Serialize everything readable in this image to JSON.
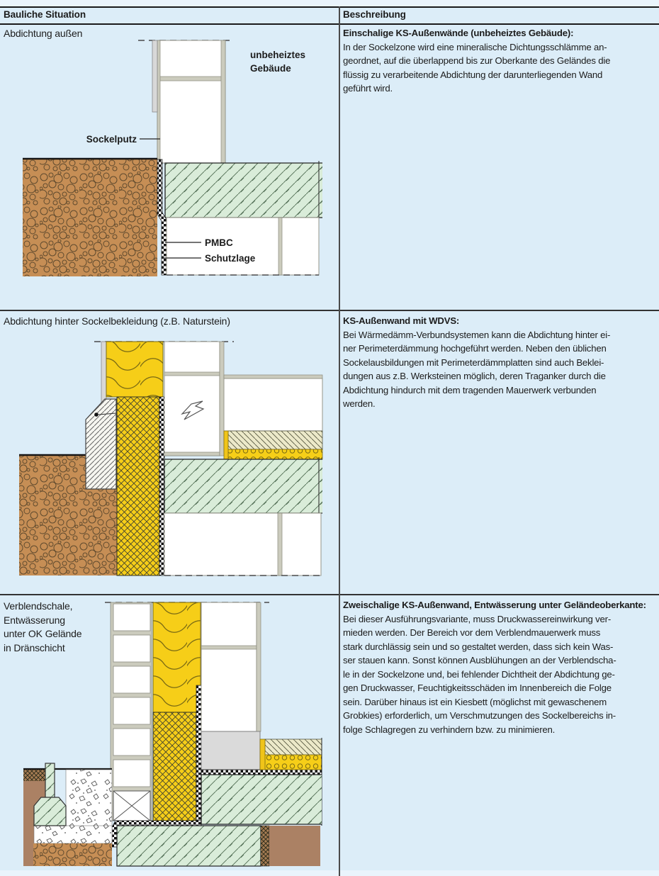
{
  "header": {
    "situation": "Bauliche Situation",
    "description": "Beschreibung"
  },
  "rows": {
    "r1": {
      "label": "Abdichtung außen",
      "diagram": {
        "building_line1": "unbeheiztes",
        "building_line2": "Gebäude",
        "sockelputz": "Sockelputz",
        "pmbc": "PMBC",
        "schutzlage": "Schutzlage"
      },
      "title": "Einschalige KS-Außenwände (unbeheiztes Gebäude):",
      "body": "In der Sockelzone wird eine mineralische Dichtungsschlämme an-\ngeordnet, auf die überlappend bis zur Oberkante des Geländes die\nflüssig zu verarbeitende Abdichtung der darunterliegenden Wand\ngeführt wird."
    },
    "r2": {
      "label": "Abdichtung hinter Sockelbekleidung (z.B. Naturstein)",
      "title": "KS-Außenwand mit WDVS:",
      "body": "Bei Wärmedämm-Verbundsystemen kann die Abdichtung hinter ei-\nner Perimeterdämmung hochgeführt werden. Neben den üblichen\nSockelausbildungen mit Perimeterdämmplatten sind auch Beklei-\ndungen aus z.B. Werksteinen möglich, deren Traganker durch die\nAbdichtung hindurch mit dem tragenden Mauerwerk verbunden\nwerden."
    },
    "r3": {
      "label": "Verblendschale,\nEntwässerung\nunter OK Gelände\nin Dränschicht",
      "title": "Zweischalige KS-Außenwand, Entwässerung unter Geländeoberkante:",
      "body": "Bei dieser Ausführungsvariante, muss Druckwassereinwirkung ver-\nmieden werden. Der Bereich vor dem Verblendmauerwerk muss\nstark durchlässig sein und so gestaltet werden, dass sich kein Was-\nser stauen kann. Sonst können Ausblühungen an der Verblendscha-\nle in der Sockelzone und, bei fehlender Dichtheit der Abdichtung ge-\ngen Druckwasser, Feuchtigkeitsschäden im Innenbereich die Folge\nsein. Darüber hinaus ist ein Kiesbett (möglichst mit gewaschenem\nGrobkies) erforderlich, um Verschmutzungen des Sockelbereichs in-\nfolge Schlagregen zu verhindern bzw. zu minimieren."
    }
  },
  "colors": {
    "background": "#dcedf8",
    "soil_brown": "#c68e55",
    "soil_plain": "#ab8164",
    "concrete_green": "#d9ecd9",
    "insulation_yellow": "#f6ce18",
    "screed_cream": "#ece9c9",
    "mortar_gray": "#cbcbbd"
  }
}
